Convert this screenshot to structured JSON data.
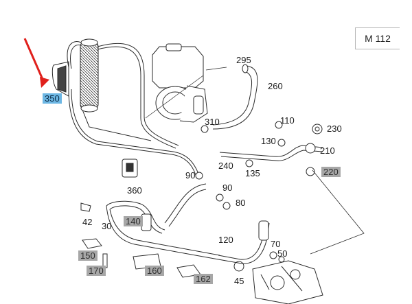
{
  "model": "M 112",
  "callouts": [
    {
      "id": "350",
      "text": "350",
      "style": "highlight"
    },
    {
      "id": "295",
      "text": "295",
      "style": "plain"
    },
    {
      "id": "260",
      "text": "260",
      "style": "plain"
    },
    {
      "id": "310",
      "text": "310",
      "style": "plain"
    },
    {
      "id": "110",
      "text": "110",
      "style": "plain"
    },
    {
      "id": "230",
      "text": "230",
      "style": "plain"
    },
    {
      "id": "130",
      "text": "130",
      "style": "plain"
    },
    {
      "id": "210",
      "text": "210",
      "style": "plain"
    },
    {
      "id": "240",
      "text": "240",
      "style": "plain"
    },
    {
      "id": "135",
      "text": "135",
      "style": "plain"
    },
    {
      "id": "220",
      "text": "220",
      "style": "gray"
    },
    {
      "id": "90a",
      "text": "90",
      "style": "plain"
    },
    {
      "id": "360",
      "text": "360",
      "style": "plain"
    },
    {
      "id": "90b",
      "text": "90",
      "style": "plain"
    },
    {
      "id": "80",
      "text": "80",
      "style": "plain"
    },
    {
      "id": "42",
      "text": "42",
      "style": "plain"
    },
    {
      "id": "30",
      "text": "30",
      "style": "plain"
    },
    {
      "id": "140",
      "text": "140",
      "style": "gray"
    },
    {
      "id": "120",
      "text": "120",
      "style": "plain"
    },
    {
      "id": "70",
      "text": "70",
      "style": "plain"
    },
    {
      "id": "50",
      "text": "50",
      "style": "plain"
    },
    {
      "id": "150",
      "text": "150",
      "style": "gray"
    },
    {
      "id": "170",
      "text": "170",
      "style": "gray"
    },
    {
      "id": "160",
      "text": "160",
      "style": "gray"
    },
    {
      "id": "162",
      "text": "162",
      "style": "gray"
    },
    {
      "id": "45",
      "text": "45",
      "style": "plain"
    }
  ],
  "colors": {
    "arrow": "#e0201c",
    "highlight": "#6db7e4",
    "gray_tag": "#a7a7a7",
    "line": "#2a2a2a"
  }
}
